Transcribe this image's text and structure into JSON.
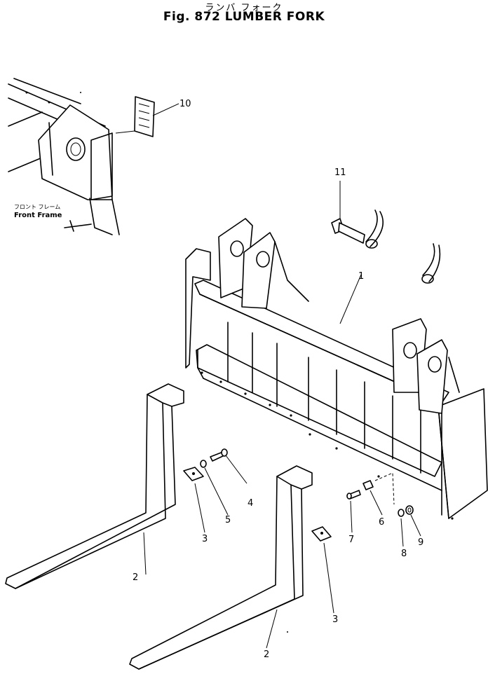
{
  "header": {
    "subtitle_jp": "ランバ フォーク",
    "title": "Fig. 872 LUMBER FORK"
  },
  "frame_label": {
    "jp": "フロント フレーム",
    "en": "Front  Frame"
  },
  "callouts": {
    "c1": "1",
    "c2a": "2",
    "c2b": "2",
    "c3a": "3",
    "c3b": "3",
    "c4": "4",
    "c5": "5",
    "c6": "6",
    "c7": "7",
    "c8": "8",
    "c9": "9",
    "c10": "10",
    "c11": "11"
  }
}
